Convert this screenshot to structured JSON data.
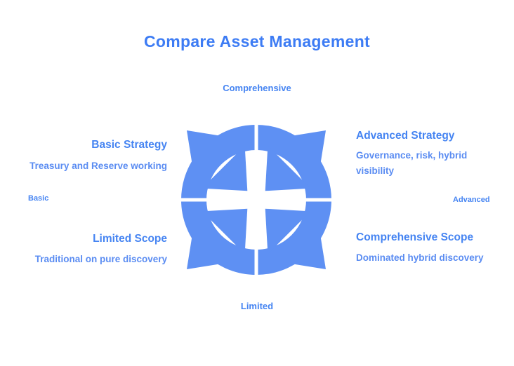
{
  "title": "Compare Asset Management",
  "colors": {
    "title_blue": "#3d7cf4",
    "heading_blue": "#4584f2",
    "body_blue": "#5a8cf2",
    "ring_blue": "#5e90f3",
    "background": "#ffffff"
  },
  "axes": {
    "top": "Comprehensive",
    "bottom": "Limited",
    "left": "Basic",
    "right": "Advanced"
  },
  "quadrants": {
    "top_left": {
      "heading": "Basic Strategy",
      "body": "Treasury and Reserve working"
    },
    "top_right": {
      "heading": "Advanced Strategy",
      "body": "Governance, risk, hybrid visibility"
    },
    "bottom_left": {
      "heading": "Limited Scope",
      "body": "Traditional on pure discovery"
    },
    "bottom_right": {
      "heading": "Comprehensive Scope",
      "body": "Dominated hybrid discovery"
    }
  },
  "diagram": {
    "type": "converging-cycle-arrows",
    "segments": 4
  }
}
